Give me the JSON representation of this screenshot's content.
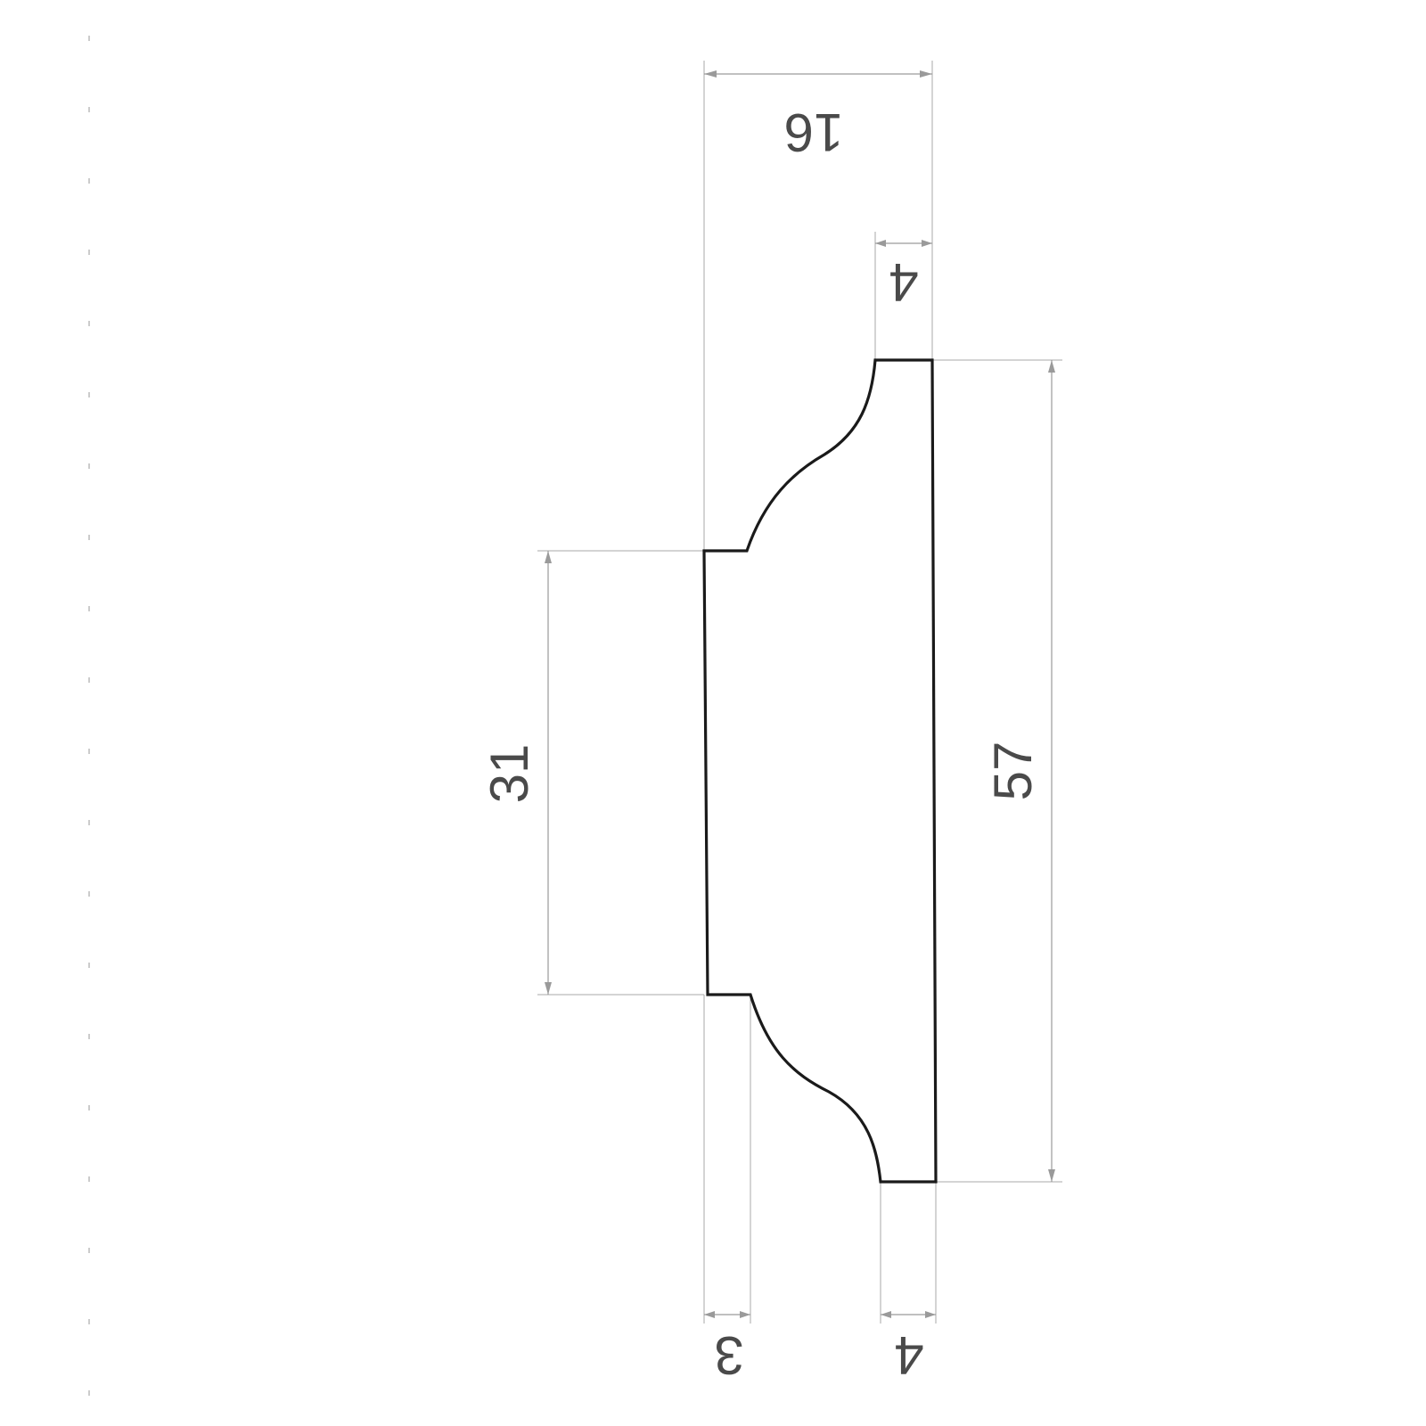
{
  "drawing": {
    "dimensions": {
      "total_depth": "16",
      "top_lip": "4",
      "bottom_lip": "4",
      "step": "3",
      "face_length": "31",
      "total_length": "57"
    }
  }
}
